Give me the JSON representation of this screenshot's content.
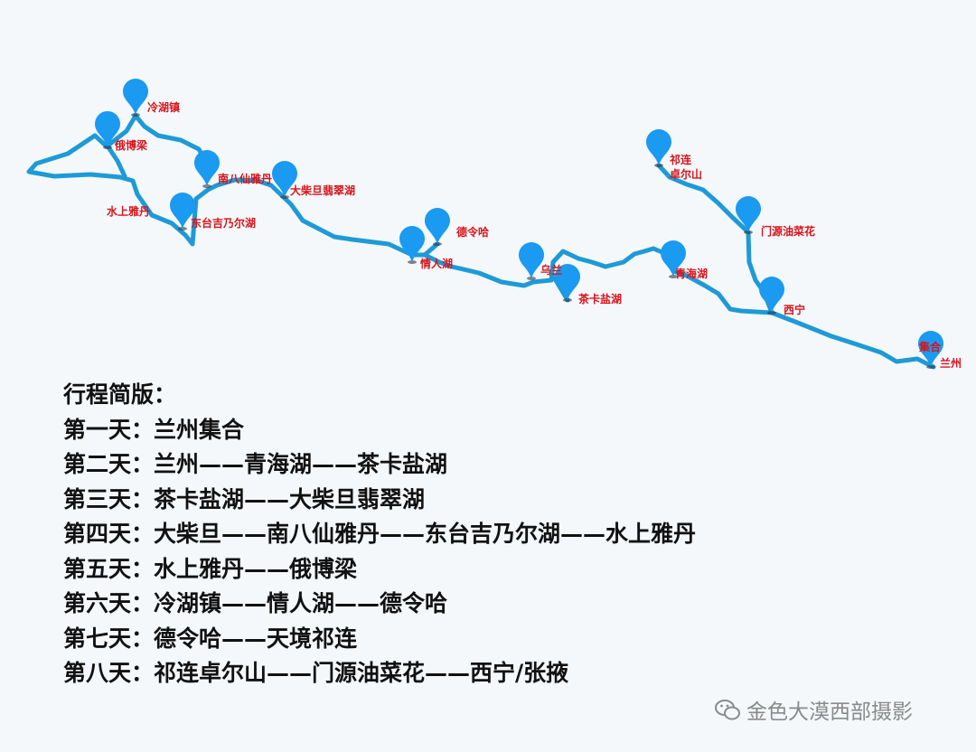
{
  "map": {
    "route_color": "#1e9ad6",
    "pin_color": "#1a9af0",
    "label_color": "#d8131a",
    "places": [
      {
        "name": "冷湖镇"
      },
      {
        "name": "俄博梁"
      },
      {
        "name": "南八仙雅丹"
      },
      {
        "name": "大柴旦翡翠湖"
      },
      {
        "name": "东台吉乃尔湖"
      },
      {
        "name": "水上雅丹"
      },
      {
        "name": "德令哈"
      },
      {
        "name": "情人湖"
      },
      {
        "name": "乌兰"
      },
      {
        "name": "茶卡盐湖"
      },
      {
        "name": "青海湖"
      },
      {
        "name": "祁连",
        "name2": "卓尔山"
      },
      {
        "name": "门源油菜花"
      },
      {
        "name": "西宁"
      },
      {
        "name": "兰州",
        "name2": "集合"
      }
    ]
  },
  "itinerary": {
    "title": "行程简版：",
    "days": [
      "第一天：兰州集合",
      "第二天：兰州——青海湖——茶卡盐湖",
      "第三天：茶卡盐湖——大柴旦翡翠湖",
      "第四天：大柴旦——南八仙雅丹——东台吉乃尔湖——水上雅丹",
      "第五天：水上雅丹——俄博梁",
      "第六天：冷湖镇——情人湖——德令哈",
      "第七天：德令哈——天境祁连",
      "第八天：祁连卓尔山——门源油菜花——西宁/张掖"
    ]
  },
  "watermark": {
    "icon": "wechat-icon",
    "text": "金色大漠西部摄影"
  }
}
